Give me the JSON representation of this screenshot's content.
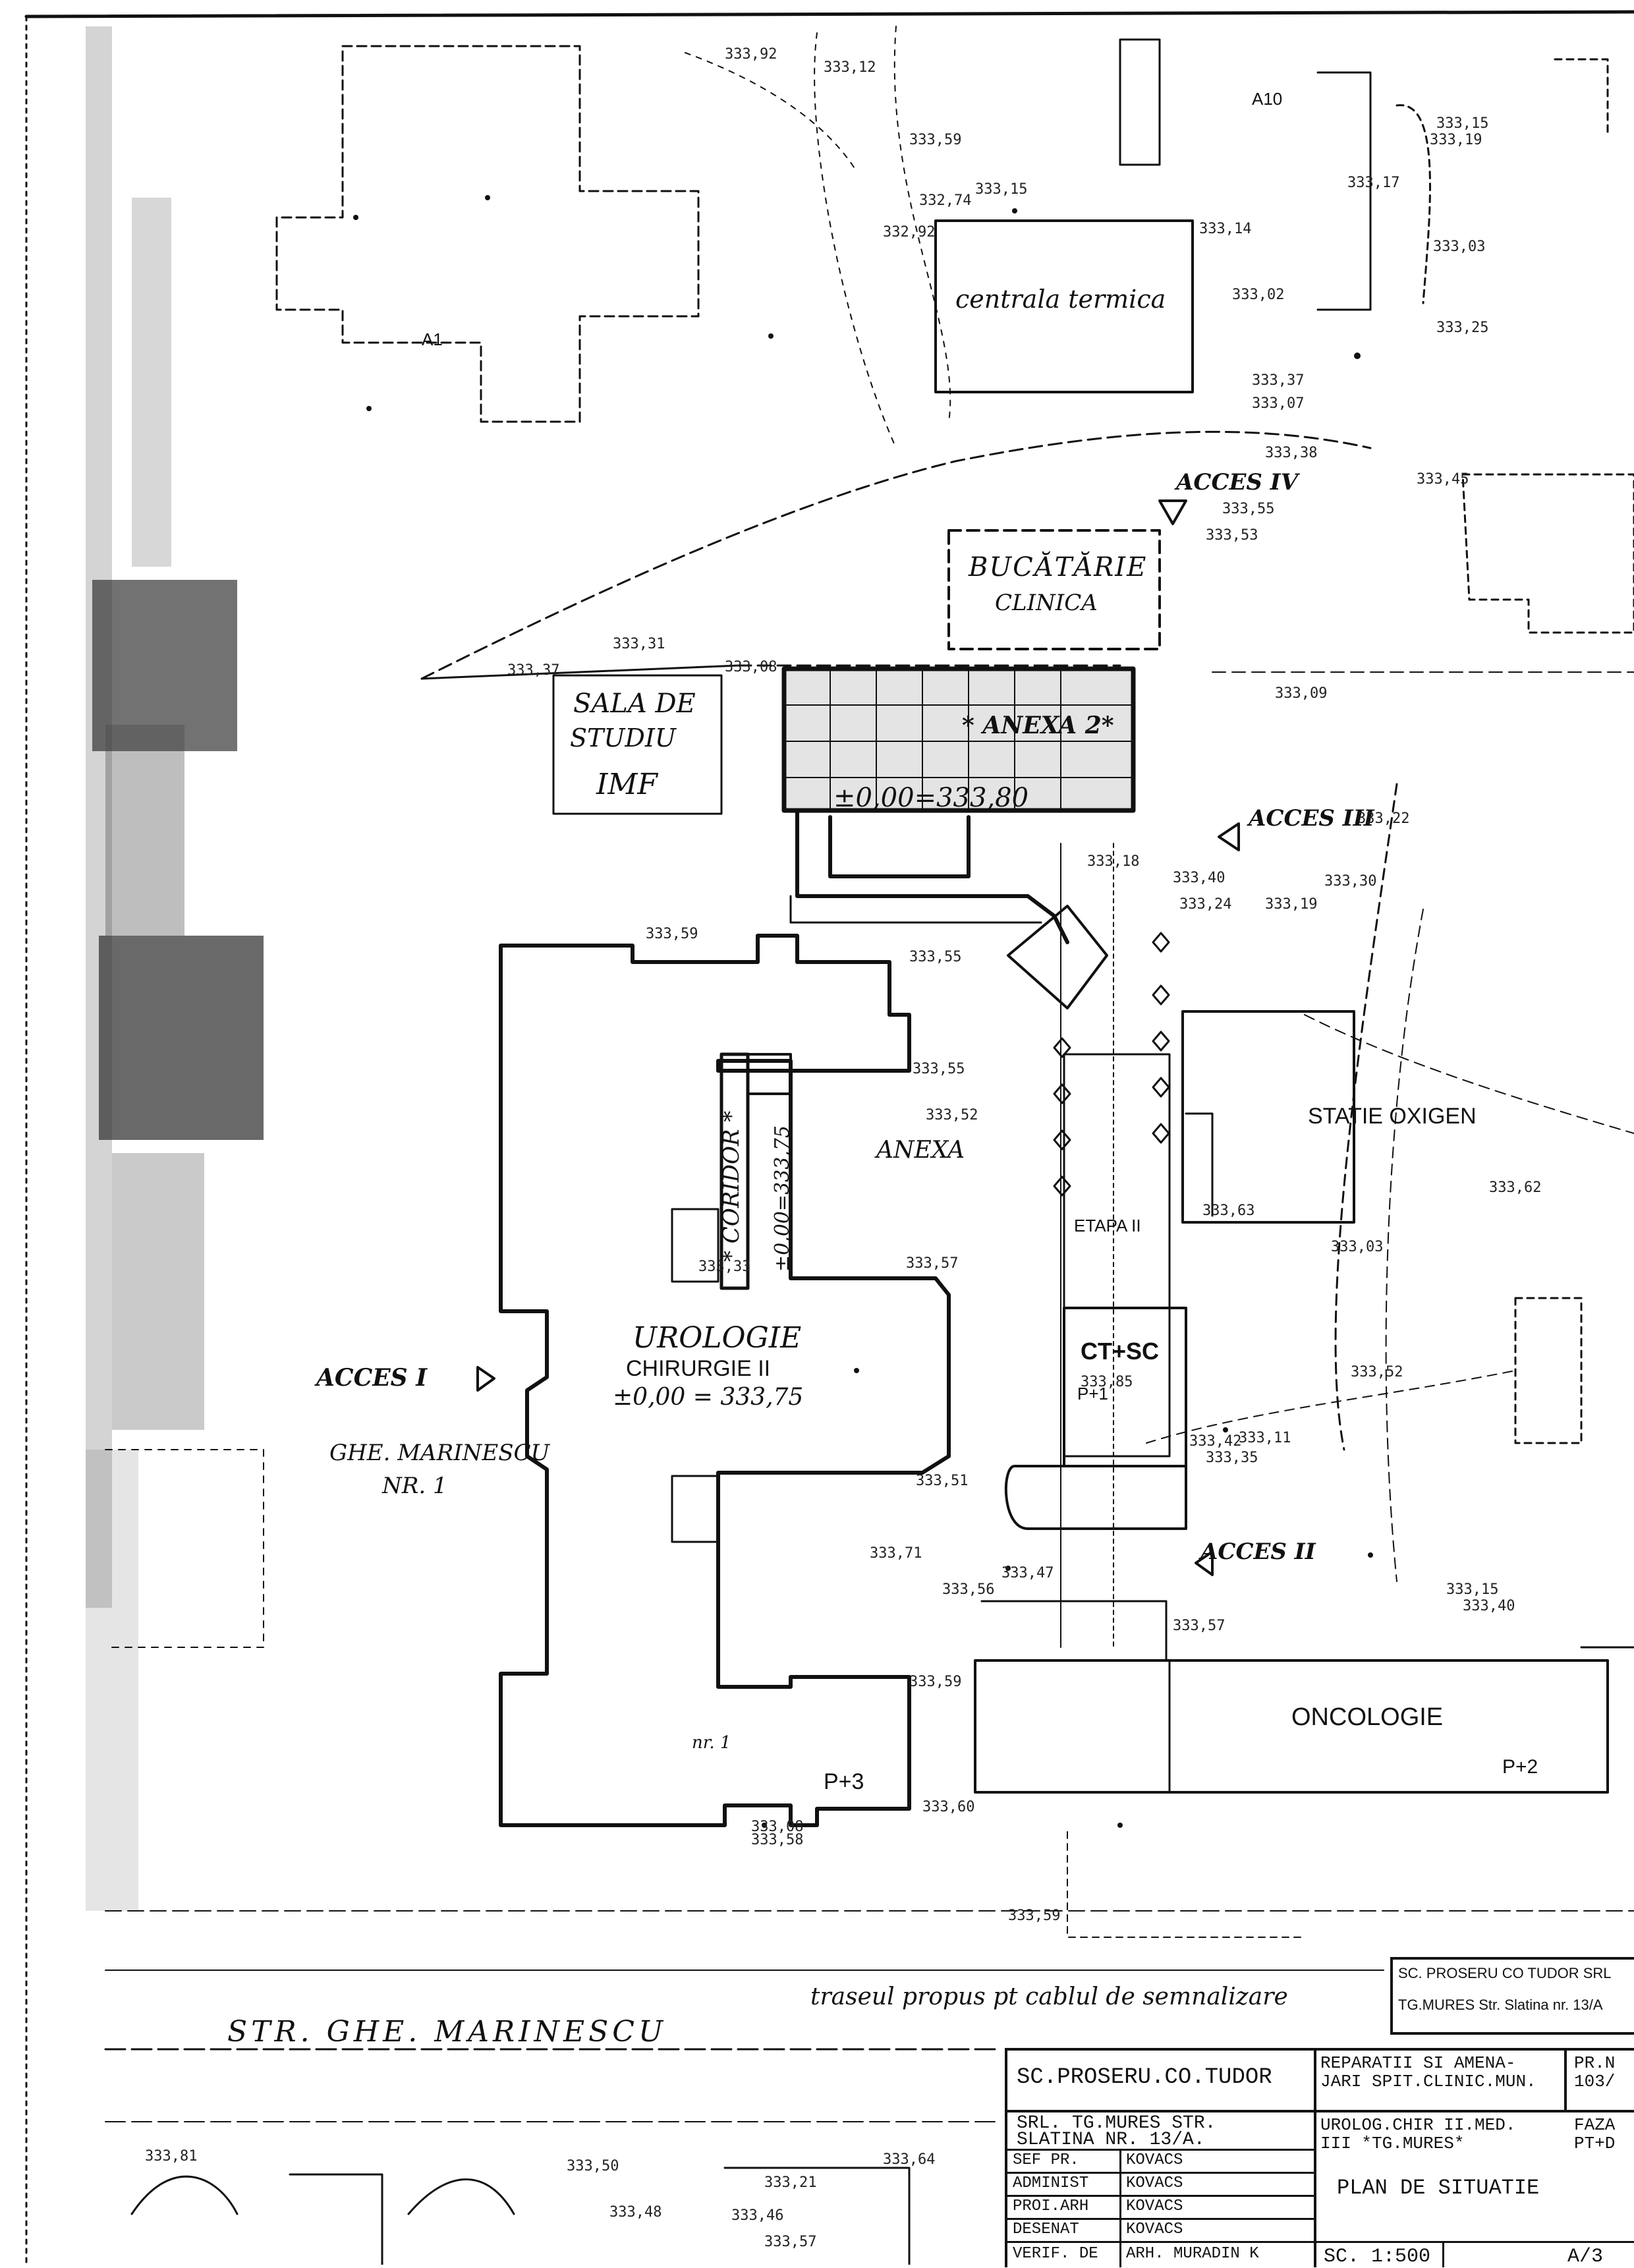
{
  "plan": {
    "buildings": {
      "centrala_termica": "centrala termica",
      "bucatarie_line1": "BUCĂTĂRIE",
      "bucatarie_line2": "CLINICA",
      "sala_line1": "SALA DE",
      "sala_line2": "STUDIU",
      "sala_line3": "IMF",
      "anexa2": "* ANEXA 2*",
      "anexa2_level": "±0,00=333,80",
      "anexa": "ANEXA",
      "corridor": "* CORIDOR *",
      "corridor_level": "±0,00=333,75",
      "urologie": "UROLOGIE",
      "chirurgie": "CHIRURGIE II",
      "urologie_level": "±0,00 = 333,75",
      "p3": "P+3",
      "nr1": "nr. 1",
      "statie_oxigen": "STATIE OXIGEN",
      "etapa_ii": "ETAPA II",
      "ct_sc": "CT+SC",
      "p1": "P+1",
      "oncologie": "ONCOLOGIE",
      "p2": "P+2",
      "a10": "A10",
      "a1": "A1"
    },
    "access": {
      "acces_i": "ACCES I",
      "acces_ii": "ACCES II",
      "acces_iii": "ACCES III",
      "acces_iv": "ACCES IV"
    },
    "address_line1": "GHE. MARINESCU",
    "address_line2": "NR. 1",
    "street": "STR. GHE. MARINESCU",
    "cable_route": "traseul propus pt cablul de semnalizare",
    "elevations": [
      "333,92",
      "333,12",
      "333,59",
      "332,74",
      "333,15",
      "332,92",
      "333,14",
      "333,02",
      "333,37",
      "333,07",
      "333,38",
      "333,45",
      "333,55",
      "333,53",
      "333,31",
      "333,37",
      "333,08",
      "333,59",
      "333,55",
      "333,55",
      "333,52",
      "333,57",
      "333,51",
      "333,71",
      "333,56",
      "333,47",
      "333,57",
      "333,59",
      "333,60",
      "333,58",
      "333,59",
      "333,62",
      "333,03",
      "333,52",
      "333,15",
      "333,25",
      "333,19",
      "333,17",
      "333,03",
      "333,18",
      "333,63",
      "333,09",
      "333,40",
      "333,22",
      "333,19",
      "333,30",
      "333,24",
      "333,33",
      "333,35",
      "333,11",
      "333,42",
      "333,08",
      "333,85",
      "333,15",
      "333,40",
      "333,64",
      "333,21",
      "333,48",
      "333,57",
      "333,50",
      "333,46",
      "333,81"
    ]
  },
  "title_block": {
    "company_line1": "SC.PROSERU.CO.TUDOR",
    "company_line2": "SRL. TG.MURES STR.",
    "company_line3": "SLATINA NR. 13/A.",
    "project_line1": "REPARATII SI AMENA-",
    "project_line2": "JARI SPIT.CLINIC.MUN.",
    "project_line3": "UROLOG.CHIR II.MED.",
    "project_line4": "III *TG.MURES*",
    "code_line1": "PR.N",
    "code_line2": "103/",
    "code_line3": "FAZA",
    "code_line4": "PT+D",
    "roles": [
      "SEF PR.",
      "ADMINIST",
      "PROI.ARH",
      "DESENAT",
      "VERIF. DE"
    ],
    "names": [
      "KOVACS",
      "KOVACS",
      "KOVACS",
      "KOVACS",
      "ARH. MURADIN K"
    ],
    "drawing_title": "PLAN DE SITUATIE",
    "scale": "SC. 1:500",
    "sheet": "A/3"
  },
  "stamp": {
    "line1": "SC. PROSERU CO TUDOR SRL",
    "line2": "TG.MURES Str. Slatina nr. 13/A"
  }
}
